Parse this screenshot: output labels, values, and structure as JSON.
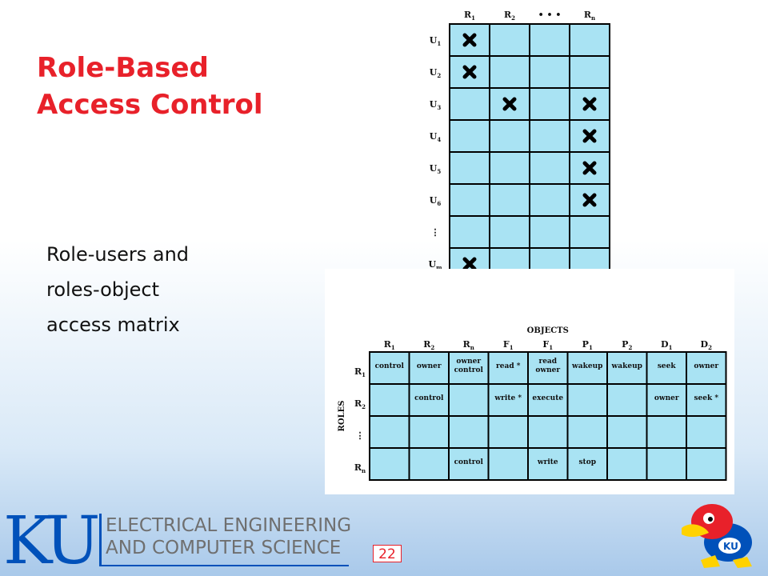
{
  "title": {
    "line1": "Role-Based",
    "line2": "Access Control"
  },
  "subtitle": {
    "line1": "Role-users and",
    "line2": "roles-object",
    "line3": "access matrix"
  },
  "user_role_matrix": {
    "columns": [
      {
        "main": "R",
        "sub": "1"
      },
      {
        "main": "R",
        "sub": "2"
      },
      {
        "main": "• • •",
        "sub": ""
      },
      {
        "main": "R",
        "sub": "n"
      }
    ],
    "rows": [
      {
        "main": "U",
        "sub": "1",
        "cells": [
          "x",
          "",
          "",
          ""
        ]
      },
      {
        "main": "U",
        "sub": "2",
        "cells": [
          "x",
          "",
          "",
          ""
        ]
      },
      {
        "main": "U",
        "sub": "3",
        "cells": [
          "",
          "x",
          "",
          "x"
        ]
      },
      {
        "main": "U",
        "sub": "4",
        "cells": [
          "",
          "",
          "",
          "x"
        ]
      },
      {
        "main": "U",
        "sub": "5",
        "cells": [
          "",
          "",
          "",
          "x"
        ]
      },
      {
        "main": "U",
        "sub": "6",
        "cells": [
          "",
          "",
          "",
          "x"
        ]
      },
      {
        "main": "⋮",
        "sub": "",
        "cells": [
          "",
          "",
          "",
          ""
        ]
      },
      {
        "main": "U",
        "sub": "m",
        "cells": [
          "x",
          "",
          "",
          ""
        ]
      }
    ]
  },
  "role_object_matrix": {
    "objects_label": "OBJECTS",
    "roles_label": "ROLES",
    "columns": [
      {
        "main": "R",
        "sub": "1"
      },
      {
        "main": "R",
        "sub": "2"
      },
      {
        "main": "R",
        "sub": "n"
      },
      {
        "main": "F",
        "sub": "1"
      },
      {
        "main": "F",
        "sub": "1"
      },
      {
        "main": "P",
        "sub": "1"
      },
      {
        "main": "P",
        "sub": "2"
      },
      {
        "main": "D",
        "sub": "1"
      },
      {
        "main": "D",
        "sub": "2"
      }
    ],
    "rows": [
      {
        "main": "R",
        "sub": "1",
        "cells": [
          [
            "control"
          ],
          [
            "owner"
          ],
          [
            "owner",
            "control"
          ],
          [
            "read *"
          ],
          [
            "read",
            "owner"
          ],
          [
            "wakeup"
          ],
          [
            "wakeup"
          ],
          [
            "seek"
          ],
          [
            "owner"
          ]
        ]
      },
      {
        "main": "R",
        "sub": "2",
        "cells": [
          [],
          [
            "control"
          ],
          [],
          [
            "write *"
          ],
          [
            "execute"
          ],
          [],
          [],
          [
            "owner"
          ],
          [
            "seek *"
          ]
        ]
      },
      {
        "main": "⋮",
        "sub": "",
        "cells": [
          [],
          [],
          [],
          [],
          [],
          [],
          [],
          [],
          []
        ]
      },
      {
        "main": "R",
        "sub": "n",
        "cells": [
          [],
          [],
          [
            "control"
          ],
          [],
          [
            "write"
          ],
          [
            "stop"
          ],
          [],
          [],
          []
        ]
      }
    ]
  },
  "footer": {
    "logo_text": "KU",
    "department_line1": "ELECTRICAL ENGINEERING",
    "department_line2": "AND COMPUTER SCIENCE",
    "page_number": "22"
  },
  "colors": {
    "title": "#e8212a",
    "cell_fill": "#a9e3f3",
    "ku_blue": "#0051ba",
    "page_number": "#e8212a"
  }
}
